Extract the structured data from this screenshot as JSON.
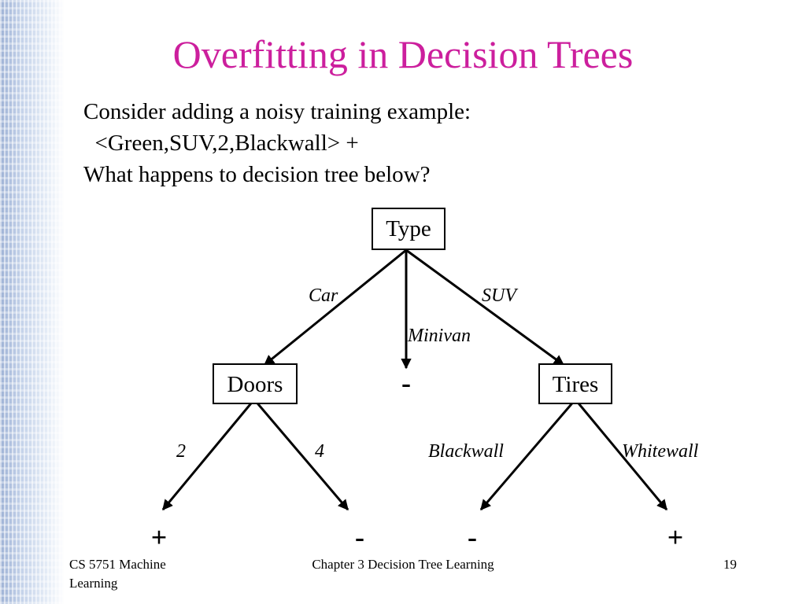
{
  "slide": {
    "title": "Overfitting in Decision Trees",
    "intro_lines": [
      "Consider adding a noisy training example:",
      "  <Green,SUV,2,Blackwall> +",
      "What happens to decision tree below?"
    ]
  },
  "tree": {
    "root": {
      "label": "Type"
    },
    "nodes": {
      "doors": {
        "label": "Doors"
      },
      "tires": {
        "label": "Tires"
      }
    },
    "edges": {
      "car": "Car",
      "minivan": "Minivan",
      "suv": "SUV",
      "two": "2",
      "four": "4",
      "blackwall": "Blackwall",
      "whitewall": "Whitewall"
    },
    "leaves": {
      "minivan": "-",
      "doors_2": "+",
      "doors_4": "-",
      "tires_blackwall": "-",
      "tires_whitewall": "+"
    }
  },
  "footer": {
    "left": "CS 5751 Machine Learning",
    "center": "Chapter 3  Decision Tree Learning",
    "right": "19"
  },
  "colors": {
    "title": "#cc1f9d",
    "strip": "#9fb3d6"
  }
}
